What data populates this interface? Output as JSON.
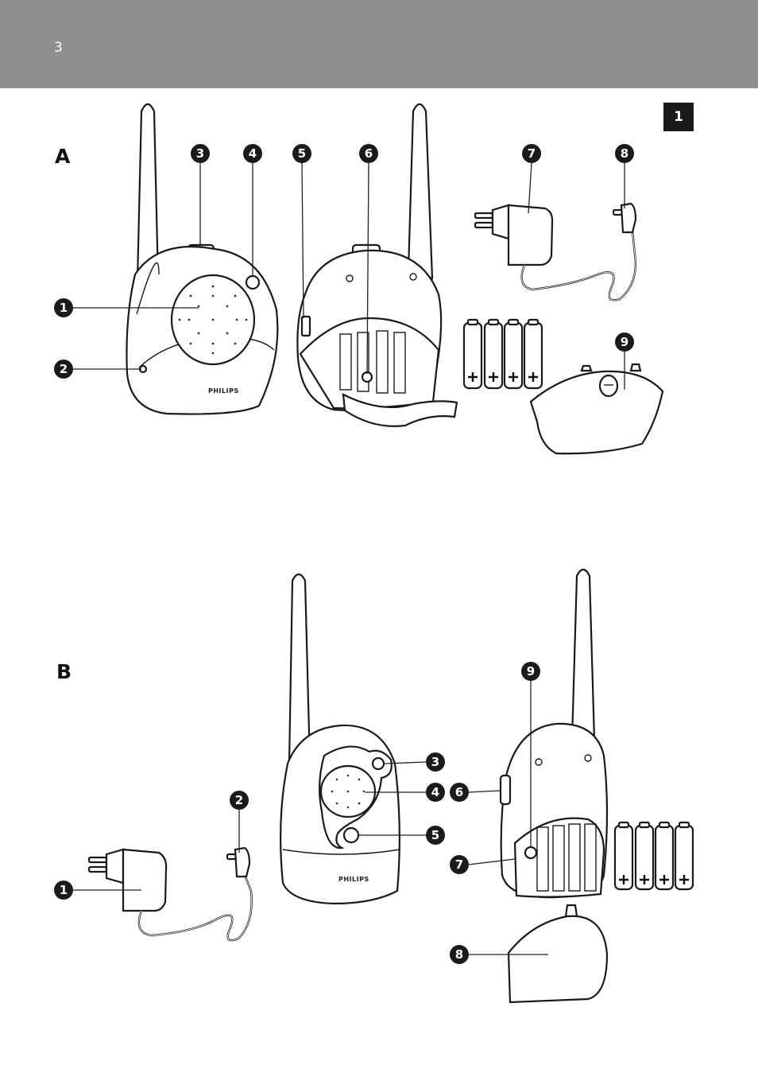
{
  "header": {
    "page_number": "3"
  },
  "language_tab": "1",
  "figures": {
    "a": {
      "letter": "A",
      "callouts": [
        "1",
        "2",
        "3",
        "4",
        "5",
        "6",
        "7",
        "8",
        "9"
      ],
      "brand": "PHILIPS"
    },
    "b": {
      "letter": "B",
      "callouts": [
        "1",
        "2",
        "3",
        "4",
        "5",
        "6",
        "7",
        "8",
        "9"
      ],
      "brand": "PHILIPS"
    }
  },
  "icons": [
    "antenna-icon",
    "speaker-grill-icon",
    "adapter-plug-icon",
    "battery-icon",
    "battery-cover-icon"
  ]
}
